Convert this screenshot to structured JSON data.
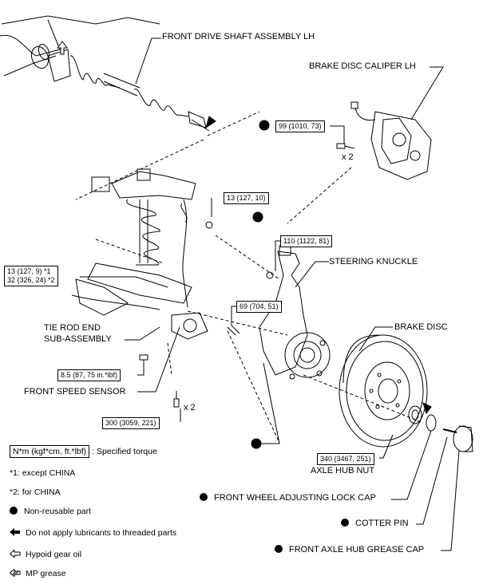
{
  "labels": {
    "front_drive_shaft": "FRONT DRIVE SHAFT ASSEMBLY LH",
    "brake_caliper": "BRAKE DISC CALIPER LH",
    "steering_knuckle": "STEERING KNUCKLE",
    "tie_rod_end_1": "TIE ROD END",
    "tie_rod_end_2": "SUB-ASSEMBLY",
    "brake_disc": "BRAKE DISC",
    "front_speed_sensor": "FRONT SPEED SENSOR",
    "axle_hub_nut": "AXLE HUB NUT",
    "lock_cap": "FRONT WHEEL ADJUSTING LOCK CAP",
    "cotter_pin": "COTTER PIN",
    "grease_cap": "FRONT AXLE HUB GREASE CAP"
  },
  "torques": {
    "caliper": "99 (1010, 73)",
    "caliper_qty": "x 2",
    "upper": "13 (127, 10)",
    "knuckle_arm": "110 (1122, 81)",
    "tie_rod_1": "13 (127, 9) *1",
    "tie_rod_2": "32 (326, 24) *2",
    "speed_sensor_bolt": "69 (704, 51)",
    "sensor": "8.5 (87, 75 in.*lbf)",
    "lower": "300 (3059, 221)",
    "lower_qty": "x 2",
    "hub_nut": "340 (3467, 251)"
  },
  "legend": {
    "unit_box": "N*m (kgf*cm, ft.*lbf)",
    "unit_text": ": Specified torque",
    "note1": "*1: except CHINA",
    "note2": "*2: for CHINA",
    "non_reusable": "Non-reusable part",
    "no_lubricant": "Do not apply lubricants to threaded parts",
    "hypoid": "Hypoid gear oil",
    "mp_grease": "MP grease"
  }
}
